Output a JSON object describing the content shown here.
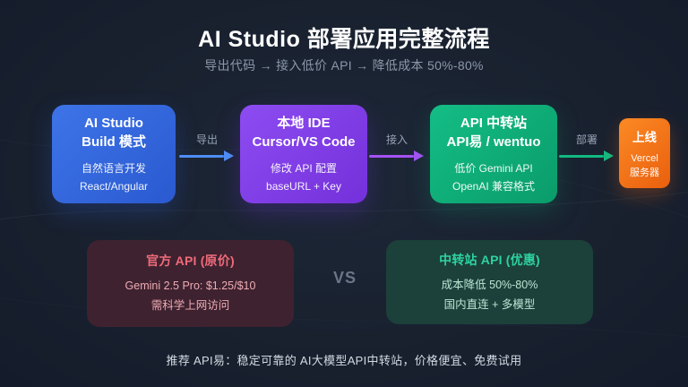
{
  "header": {
    "title": "AI Studio 部署应用完整流程",
    "subtitle": "导出代码 → 接入低价 API → 降低成本 50%-80%"
  },
  "flow": {
    "steps": [
      {
        "title_line1": "AI Studio",
        "title_line2": "Build 模式",
        "body_line1": "自然语言开发",
        "body_line2": "React/Angular"
      },
      {
        "title_line1": "本地 IDE",
        "title_line2": "Cursor/VS Code",
        "body_line1": "修改 API 配置",
        "body_line2": "baseURL + Key"
      },
      {
        "title_line1": "API 中转站",
        "title_line2": "API易 / wentuo",
        "body_line1": "低价 Gemini API",
        "body_line2": "OpenAI 兼容格式"
      }
    ],
    "arrows": [
      {
        "label": "导出"
      },
      {
        "label": "接入"
      },
      {
        "label": "部署"
      }
    ],
    "result": {
      "title": "上线",
      "body_line1": "Vercel",
      "body_line2": "服务器"
    }
  },
  "comparison": {
    "vs": "VS",
    "left": {
      "title": "官方 API (原价)",
      "line1": "Gemini 2.5 Pro: $1.25/$10",
      "line2": "需科学上网访问"
    },
    "right": {
      "title": "中转站 API (优惠)",
      "line1": "成本降低 50%-80%",
      "line2": "国内直连 + 多模型"
    }
  },
  "footer": {
    "note": "推荐 API易：稳定可靠的 AI大模型API中转站，价格便宜、免费试用"
  },
  "colors": {
    "background": "#19212f",
    "accent_blue": "#3e74e8",
    "accent_purple": "#8d4cf2",
    "accent_green": "#12b981",
    "accent_orange": "#f97316",
    "official_title_red": "#ef6b7a",
    "relay_title_green": "#2dd3a0",
    "muted_text": "#8b97aa"
  }
}
